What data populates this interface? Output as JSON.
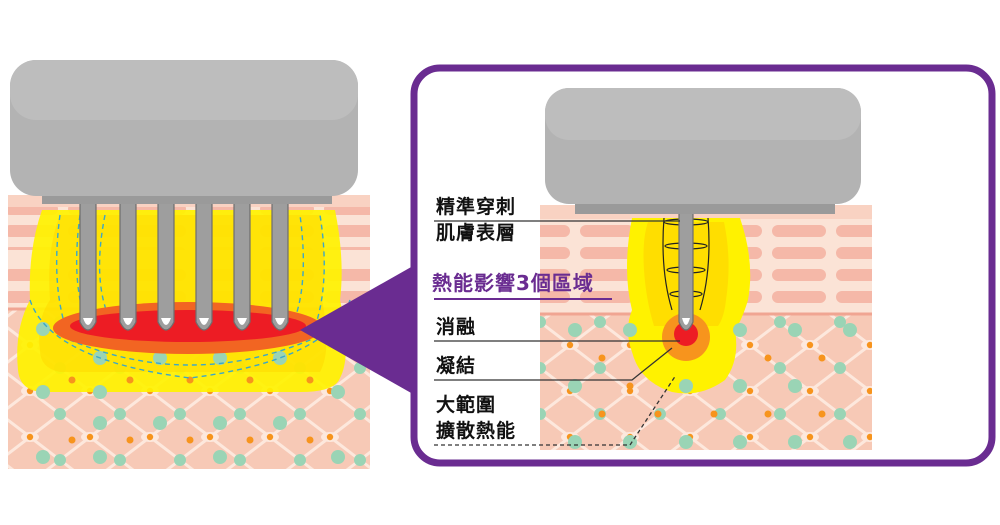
{
  "labels": {
    "precise_puncture_line1": "精準穿刺",
    "precise_puncture_line2": "肌膚表層",
    "thermal_zones_title": "熱能影響3個區域",
    "ablation": "消融",
    "coagulation": "凝結",
    "diffusion_line1": "大範圍",
    "diffusion_line2": "擴散熱能"
  },
  "colors": {
    "accent": "#6a2c91",
    "device_gray": "#b3b3b3",
    "needle_gray": "#9e9e9e",
    "skin_pink": "#f7c9b6",
    "skin_light": "#fbe3d6",
    "heat_yellow": "#fff200",
    "heat_orange": "#f7941d",
    "heat_red": "#ed1c24",
    "dot_green": "#9ad4b5",
    "dot_orange": "#f7941d"
  }
}
